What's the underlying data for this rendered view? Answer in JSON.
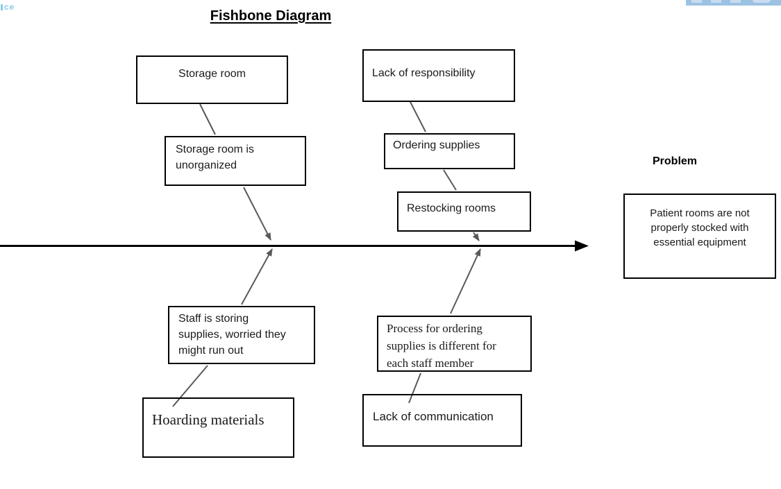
{
  "page": {
    "title": "Fishbone Diagram",
    "corner_fragment": "ce"
  },
  "colors": {
    "spine": "#000000",
    "connector": "#595959",
    "corner_text": "#85cbe9",
    "top_bar": "#9cc2e3"
  },
  "diagram": {
    "type": "fishbone",
    "problem": {
      "label": "Problem",
      "statement": "Patient rooms are not\nproperly stocked with\nessential equipment"
    },
    "causes_top": [
      {
        "id": "storage-room",
        "text": "Storage room"
      },
      {
        "id": "storage-room-unorganized",
        "text": "Storage room is\nunorganized"
      },
      {
        "id": "lack-of-responsibility",
        "text": "Lack of responsibility"
      },
      {
        "id": "ordering-supplies",
        "text": "Ordering supplies"
      },
      {
        "id": "restocking-rooms",
        "text": "Restocking rooms"
      }
    ],
    "causes_bottom": [
      {
        "id": "staff-storing-supplies",
        "text": "Staff is storing\nsupplies, worried they\nmight run out"
      },
      {
        "id": "hoarding-materials",
        "text": "Hoarding materials"
      },
      {
        "id": "process-for-ordering",
        "text": "Process for ordering\nsupplies is different for\neach staff member"
      },
      {
        "id": "lack-of-communication",
        "text": "Lack of communication"
      }
    ]
  }
}
